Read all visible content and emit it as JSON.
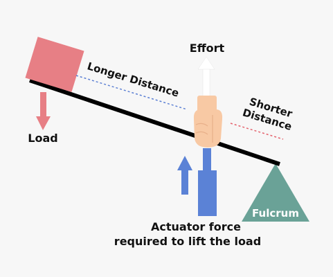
{
  "labels": {
    "effort": "Effort",
    "load": "Load",
    "longer_distance": "Longer Distance",
    "shorter_distance_line1": "Shorter",
    "shorter_distance_line2": "Distance",
    "fulcrum": "Fulcrum",
    "actuator_line1": "Actuator force",
    "actuator_line2": "required to lift the load"
  },
  "colors": {
    "background": "#f7f7f7",
    "beam": "#000000",
    "load_box": "#e77f85",
    "load_arrow": "#e77f85",
    "effort_arrow": "#ffffff",
    "hand": "#f8c9a4",
    "actuator": "#5b82d6",
    "actuator_arrow": "#5b82d6",
    "fulcrum": "#6aa297",
    "longer_dash": "#5b7fd3",
    "shorter_dash": "#e4626d"
  }
}
